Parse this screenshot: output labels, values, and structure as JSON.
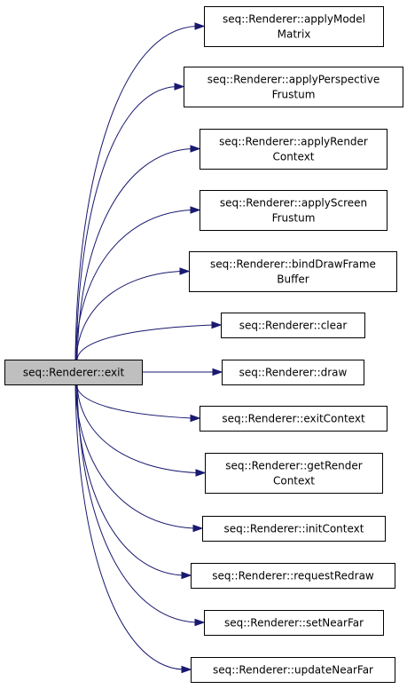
{
  "diagram": {
    "root": {
      "id": "exit",
      "lines": [
        "seq::Renderer::exit"
      ]
    },
    "nodes": [
      {
        "id": "applyModelMatrix",
        "lines": [
          "seq::Renderer::applyModel",
          "Matrix"
        ]
      },
      {
        "id": "applyPerspectiveFrustum",
        "lines": [
          "seq::Renderer::applyPerspective",
          "Frustum"
        ]
      },
      {
        "id": "applyRenderContext",
        "lines": [
          "seq::Renderer::applyRender",
          "Context"
        ]
      },
      {
        "id": "applyScreenFrustum",
        "lines": [
          "seq::Renderer::applyScreen",
          "Frustum"
        ]
      },
      {
        "id": "bindDrawFrameBuffer",
        "lines": [
          "seq::Renderer::bindDrawFrame",
          "Buffer"
        ]
      },
      {
        "id": "clear",
        "lines": [
          "seq::Renderer::clear"
        ]
      },
      {
        "id": "draw",
        "lines": [
          "seq::Renderer::draw"
        ]
      },
      {
        "id": "exitContext",
        "lines": [
          "seq::Renderer::exitContext"
        ]
      },
      {
        "id": "getRenderContext",
        "lines": [
          "seq::Renderer::getRender",
          "Context"
        ]
      },
      {
        "id": "initContext",
        "lines": [
          "seq::Renderer::initContext"
        ]
      },
      {
        "id": "requestRedraw",
        "lines": [
          "seq::Renderer::requestRedraw"
        ]
      },
      {
        "id": "setNearFar",
        "lines": [
          "seq::Renderer::setNearFar"
        ]
      },
      {
        "id": "updateNearFar",
        "lines": [
          "seq::Renderer::updateNearFar"
        ]
      }
    ],
    "edges": [
      {
        "from": "exit",
        "to": "applyModelMatrix"
      },
      {
        "from": "exit",
        "to": "applyPerspectiveFrustum"
      },
      {
        "from": "exit",
        "to": "applyRenderContext"
      },
      {
        "from": "exit",
        "to": "applyScreenFrustum"
      },
      {
        "from": "exit",
        "to": "bindDrawFrameBuffer"
      },
      {
        "from": "exit",
        "to": "clear"
      },
      {
        "from": "exit",
        "to": "draw"
      },
      {
        "from": "exit",
        "to": "exitContext"
      },
      {
        "from": "exit",
        "to": "getRenderContext"
      },
      {
        "from": "exit",
        "to": "initContext"
      },
      {
        "from": "exit",
        "to": "requestRedraw"
      },
      {
        "from": "exit",
        "to": "setNearFar"
      },
      {
        "from": "exit",
        "to": "updateNearFar"
      }
    ],
    "colors": {
      "edge": "#191970",
      "root_fill": "#bfbfbf",
      "node_fill": "#ffffff",
      "border": "#000000"
    }
  }
}
